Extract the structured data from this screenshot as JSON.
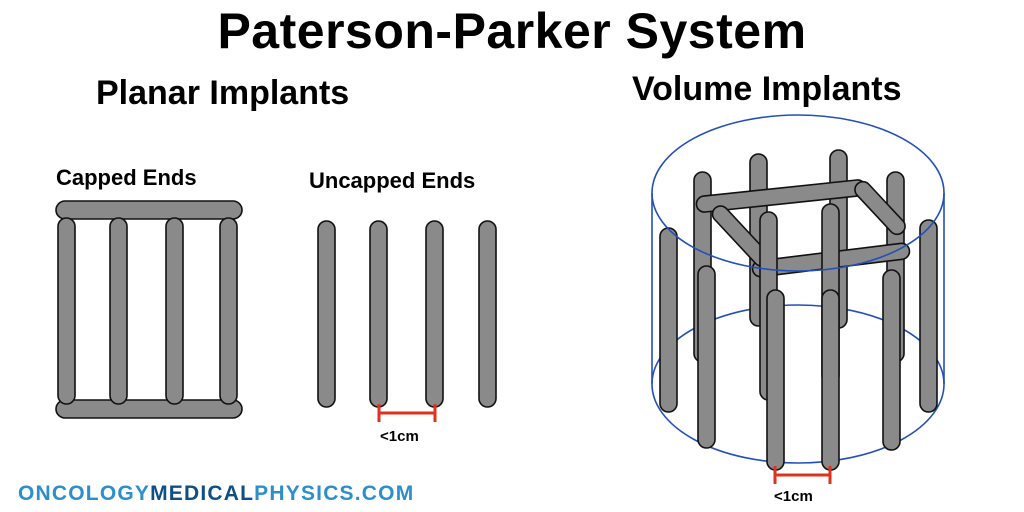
{
  "title": "Paterson-Parker System",
  "planar": {
    "heading": "Planar Implants",
    "capped_label": "Capped Ends",
    "uncapped_label": "Uncapped Ends",
    "spacing_label": "<1cm"
  },
  "volume": {
    "heading": "Volume Implants",
    "spacing_label": "<1cm"
  },
  "footer": {
    "part1": "ONCOLOGY",
    "part2": "MEDICAL",
    "part3": "PHYSICS.COM"
  },
  "colors": {
    "rod_fill": "#8a8a8a",
    "cylinder_outline": "#2350b8",
    "measurement": "#e0301e",
    "footer_light": "#2c8fcc",
    "footer_dark": "#0e4f84"
  }
}
